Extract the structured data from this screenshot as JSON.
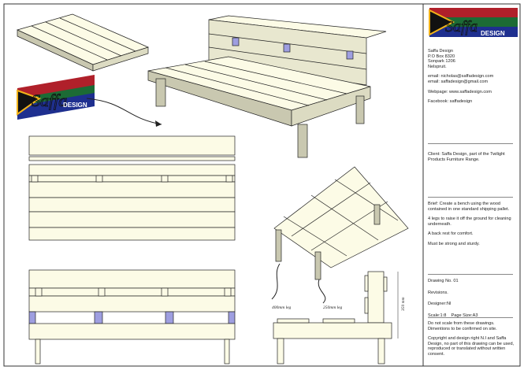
{
  "logo": {
    "word": "Saffa",
    "sub": "DESIGN",
    "colors": {
      "red": "#b0202a",
      "green": "#1c6b35",
      "blue": "#1e2f8f",
      "yellow": "#f2b31a",
      "black": "#111111"
    }
  },
  "contact": {
    "lines": [
      "Saffa Design",
      "P.O Box 8320",
      "Sonpark 1206",
      "Nelspruit."
    ],
    "email1": "email: nicholas@saffadesign.com",
    "email2": "email: saffadesign@gmail.com",
    "web": "Webpage: www.saffadesign.com",
    "facebook": "Facebook: saffadesign"
  },
  "client": "Client: Saffa Design, part of the Twilight Products Furniture Range.",
  "brief": [
    "Brief: Create a bench using the wood contained in one standard shipping pallet.",
    "4 legs to raise it off the ground for cleaning underneath.",
    "A back rest for comfort.",
    "Must be strong and sturdy."
  ],
  "drawing": {
    "number": "Drawing No. 01",
    "revisions": "Revisions.",
    "designer": "Designer:NI",
    "scale": "Scale:1:8",
    "page_size": "Page Size:A3"
  },
  "notes": [
    "Do not scale from these drawings. Dimentions to be confirmed on site.",
    "Copyright and design right N.I and Saffa Design, no part of this drawing can be used, reproduced or translated without written consent."
  ],
  "dimensions": {
    "leg_long": "400mm leg",
    "leg_short": "250mm leg",
    "height": "350 mm"
  },
  "colors": {
    "wood": "#fcfbe6",
    "wood_shade": "#c9c8b0",
    "spacer": "#9e9ee0",
    "outline": "#222222"
  }
}
